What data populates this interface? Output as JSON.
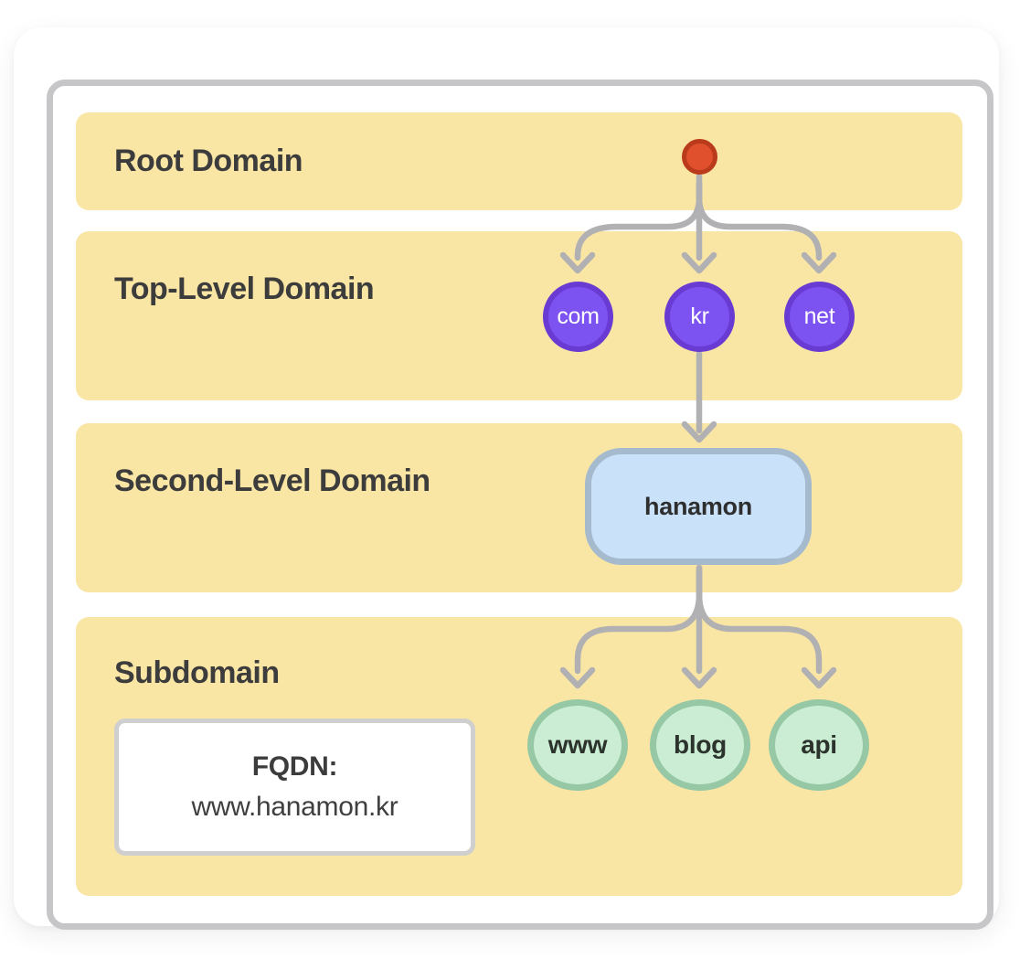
{
  "rows": [
    {
      "label": "Root Domain"
    },
    {
      "label": "Top-Level Domain"
    },
    {
      "label": "Second-Level Domain"
    },
    {
      "label": "Subdomain"
    }
  ],
  "nodes": {
    "tld": [
      "com",
      "kr",
      "net"
    ],
    "second_level": "hanamon",
    "subdomains": [
      "www",
      "blog",
      "api"
    ]
  },
  "fqdn": {
    "label": "FQDN:",
    "value": "www.hanamon.kr"
  },
  "icons": {
    "root": "root-dot-icon",
    "arrows": "down-arrow-connectors"
  },
  "colors": {
    "band": "#f9e5a4",
    "frame_border": "#c6c6c8",
    "label_text": "#3c3c3c",
    "root_fill": "#e0502d",
    "root_border": "#ba3a1c",
    "tld_fill": "#7c52f0",
    "tld_border": "#6a3bd3",
    "tld_text": "#ffffff",
    "sld_fill": "#c9e2fa",
    "sld_border": "#a6bacd",
    "sub_fill": "#caedd4",
    "sub_border": "#96c8a5",
    "arrow": "#b1b1b3",
    "fqdn_border": "#cfcfcf"
  }
}
